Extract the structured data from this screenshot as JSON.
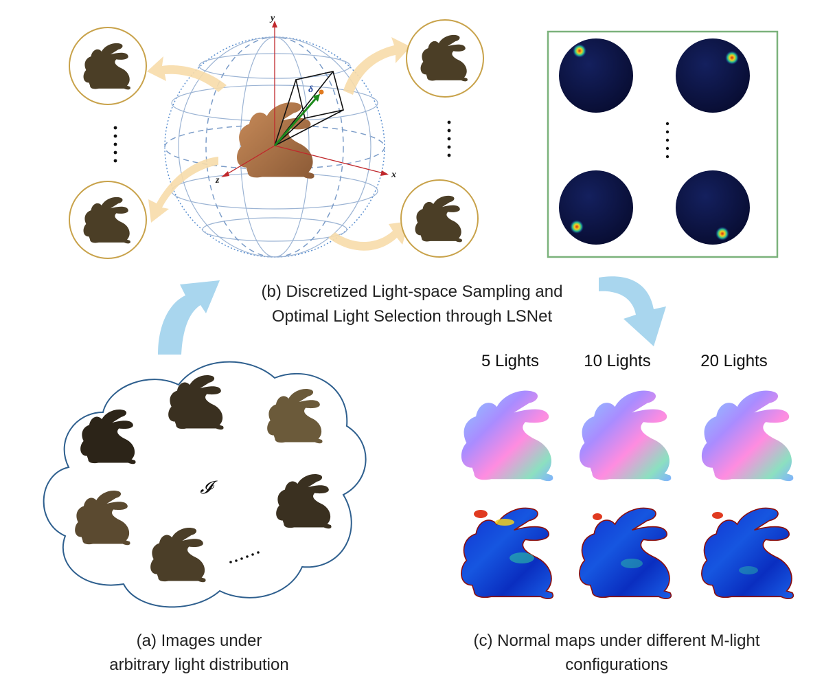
{
  "captions": {
    "b_line1": "(b) Discretized Light-space Sampling and",
    "b_line2": "Optimal Light Selection through LSNet",
    "a_line1": "(a) Images under",
    "a_line2": "arbitrary light distribution",
    "c_line1": "(c) Normal maps under different M-light",
    "c_line2": "configurations"
  },
  "axes": {
    "x": "x",
    "y": "y",
    "z": "z",
    "angle": "δ"
  },
  "image_set_label": "𝓘",
  "light_configs": [
    "5 Lights",
    "10 Lights",
    "20 Lights"
  ],
  "colors": {
    "circle_border": "#c8a24a",
    "heatmap_border": "#7bb27b",
    "flow_arrow": "#a9d6ee",
    "light_arrow": "#f7dcaa",
    "cloud_outline": "#2e5f8e",
    "sphere_grid": "#9cb4d4",
    "axis_red": "#c0282c",
    "light_green": "#1c8a1c",
    "bunny_bronze": "#5b4a30"
  }
}
